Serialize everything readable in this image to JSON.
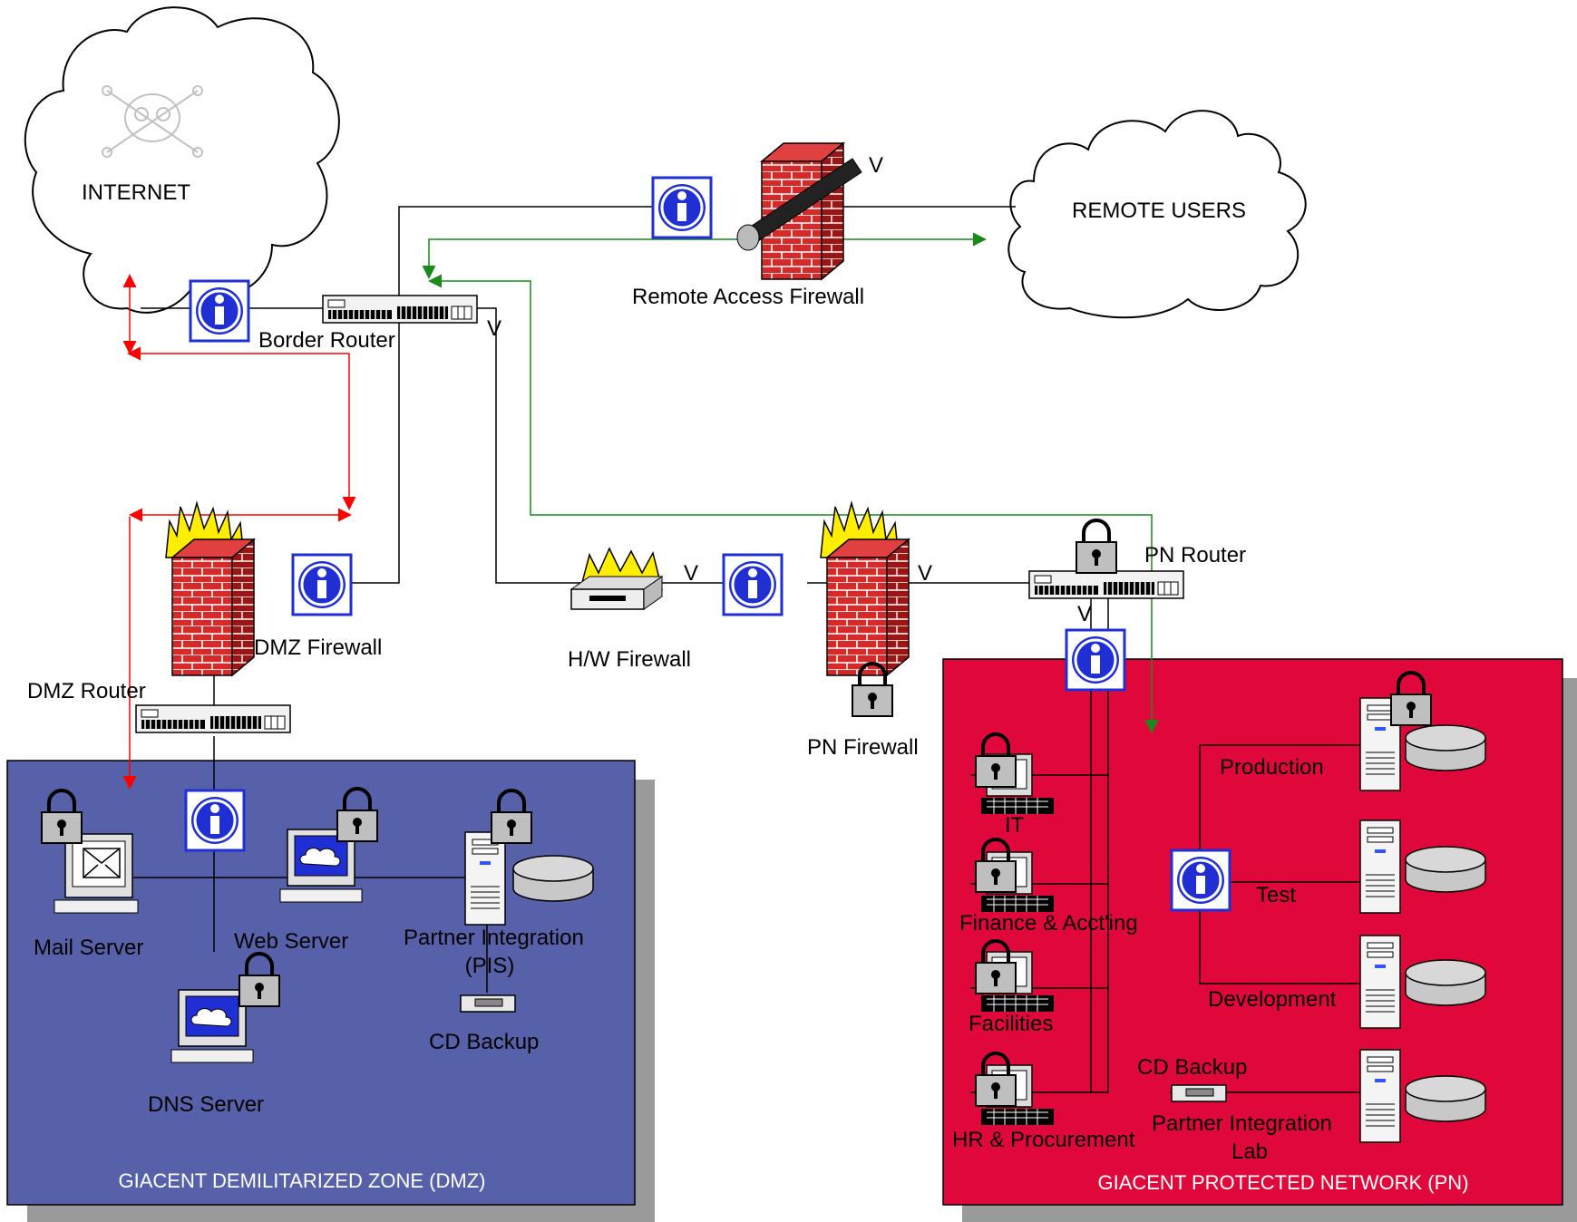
{
  "labels": {
    "internet": "INTERNET",
    "remote_users": "REMOTE USERS",
    "border_router": "Border Router",
    "remote_access_firewall": "Remote Access Firewall",
    "dmz_firewall": "DMZ Firewall",
    "dmz_router": "DMZ Router",
    "hw_firewall": "H/W Firewall",
    "pn_firewall": "PN Firewall",
    "pn_router": "PN Router",
    "v": "V"
  },
  "dmz": {
    "zone_title": "GIACENT DEMILITARIZED ZONE (DMZ)",
    "zone_color": "#5761aa",
    "mail_server": "Mail Server",
    "web_server": "Web Server",
    "dns_server": "DNS Server",
    "pis_line1": "Partner Integration",
    "pis_line2": "(PIS)",
    "cd_backup": "CD Backup"
  },
  "pn": {
    "zone_title": "GIACENT PROTECTED NETWORK (PN)",
    "zone_color": "#e0083a",
    "it": "IT",
    "finance": "Finance & Acct'ing",
    "facilities": "Facilities",
    "hr": "HR & Procurement",
    "production": "Production",
    "test": "Test",
    "development": "Development",
    "cd_backup": "CD Backup",
    "lab_line1": "Partner Integration",
    "lab_line2": "Lab"
  },
  "colors": {
    "firewall_brick": "#cc2222",
    "flame": "#ffee00",
    "ids_blue": "#1f2fd4",
    "red_flow": "#ff0000",
    "green_flow": "#1a8a1a"
  }
}
